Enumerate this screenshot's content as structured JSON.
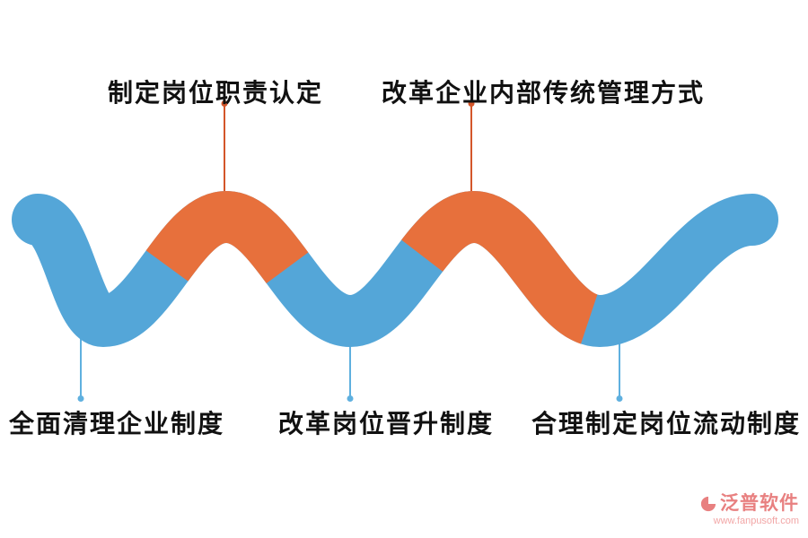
{
  "steps": [
    {
      "label": "全面清理企业制度",
      "position": "bottom",
      "color": "blue"
    },
    {
      "label": "制定岗位职责认定",
      "position": "top",
      "color": "orange"
    },
    {
      "label": "改革岗位晋升制度",
      "position": "bottom",
      "color": "blue"
    },
    {
      "label": "改革企业内部传统管理方式",
      "position": "top",
      "color": "orange"
    },
    {
      "label": "合理制定岗位流动制度",
      "position": "bottom",
      "color": "blue"
    }
  ],
  "wave": {
    "blue_color": "#54a6d8",
    "orange_color": "#e7703c",
    "orange_segments_x": [
      [
        186,
        320
      ],
      [
        470,
        656
      ]
    ]
  },
  "colors": {
    "text": "#111111",
    "leader_orange": "#d4562a",
    "leader_blue": "#5fb0df",
    "watermark": "#e88080",
    "watermark_url": "#f2a6a6"
  },
  "watermark": {
    "name": "泛普软件",
    "url": "www.fanpusoft.com"
  }
}
